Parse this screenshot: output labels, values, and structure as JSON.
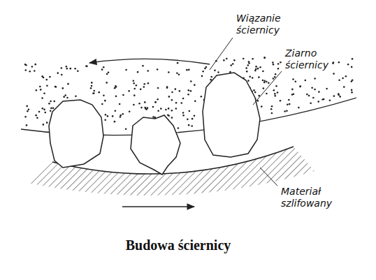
{
  "diagram": {
    "caption": "Budowa ściernicy",
    "labels": [
      "Wiązanie ściernicy",
      "Ziarno ściernicy",
      "Materiał szlifowany"
    ]
  }
}
